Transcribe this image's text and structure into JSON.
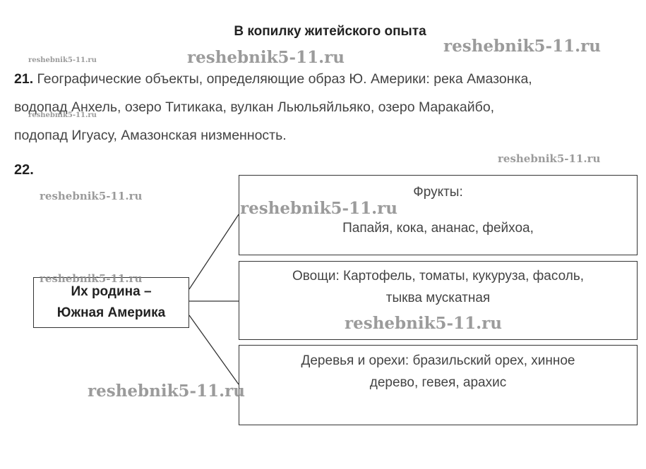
{
  "title": "В копилку житейского опыта",
  "task21": {
    "number": "21.",
    "line1": " Географические объекты, определяющие образ Ю. Америки: река Амазонка,",
    "line2": "водопад Анхель, озеро Титикака, вулкан Льюльяйльяко, озеро Маракайбо,",
    "line3": "подопад Игуасу, Амазонская низменность."
  },
  "task22": {
    "number": "22.",
    "center_line1": "Их родина –",
    "center_line2": "Южная Америка",
    "fruits_label": "Фрукты:",
    "fruits_items": "Папайя,  кока, ананас, фейхоа,",
    "veg_line1": "Овощи: Картофель, томаты, кукуруза, фасоль,",
    "veg_line2": "тыква мускатная",
    "trees_line1": "Деревья и орехи: бразильский орех,  хинное",
    "trees_line2": "дерево, гевея, арахис"
  },
  "watermark": "reshebnik5-11.ru"
}
